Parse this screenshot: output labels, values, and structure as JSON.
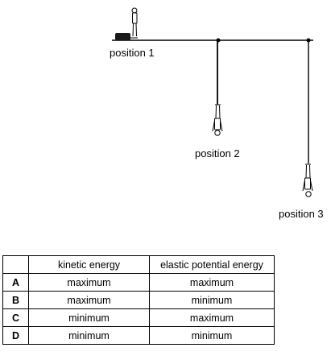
{
  "diagram": {
    "positions": [
      {
        "label": "position 1"
      },
      {
        "label": "position 2"
      },
      {
        "label": "position 3"
      }
    ]
  },
  "table": {
    "headers": [
      "",
      "kinetic energy",
      "elastic potential energy"
    ],
    "rows": [
      {
        "option": "A",
        "kinetic": "maximum",
        "elastic": "maximum"
      },
      {
        "option": "B",
        "kinetic": "maximum",
        "elastic": "minimum"
      },
      {
        "option": "C",
        "kinetic": "minimum",
        "elastic": "maximum"
      },
      {
        "option": "D",
        "kinetic": "minimum",
        "elastic": "minimum"
      }
    ]
  }
}
